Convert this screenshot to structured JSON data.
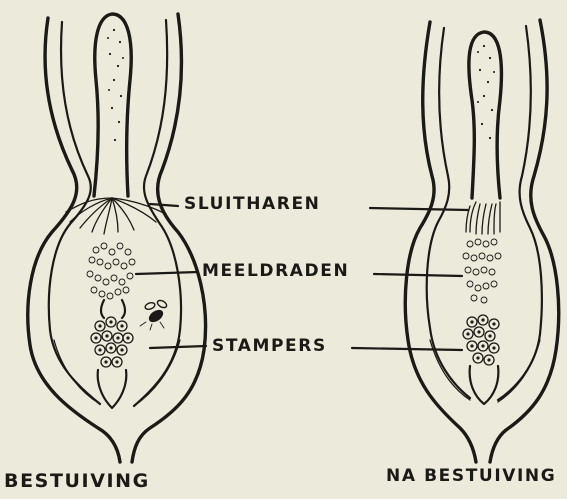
{
  "labels": {
    "hairs": "SLUITHAREN",
    "stamens": "MEELDRADEN",
    "pistils": "STAMPERS"
  },
  "captions": {
    "left": "BESTUIVING",
    "right": "NA BESTUIVING"
  },
  "colors": {
    "ink": "#1c1a16",
    "paper": "#eceadb"
  }
}
